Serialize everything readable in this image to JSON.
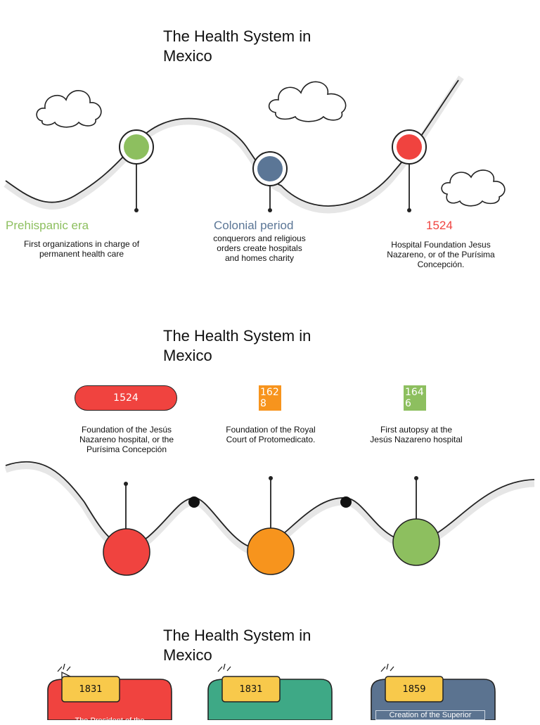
{
  "sections": [
    {
      "title": "The Health System in Mexico",
      "events": [
        {
          "label": "Prehispanic era",
          "color": "#8dbf5f",
          "description": "First organizations in charge of permanent health care"
        },
        {
          "label": "Colonial period",
          "color": "#5b7696",
          "description": "conquerors and religious orders create hospitals and homes charity"
        },
        {
          "label": "1524",
          "color": "#f0433f",
          "description": "Hospital Foundation Jesus Nazareno, or of the Purísima Concepción."
        }
      ]
    },
    {
      "title": "The Health System in Mexico",
      "events": [
        {
          "label": "1524",
          "color": "#f0433f",
          "description": "Foundation of the Jesús Nazareno hospital, or the Purísima Concepción"
        },
        {
          "label": "1628",
          "label_line1": "162",
          "label_line2": "8",
          "color": "#f7941d",
          "description": "Foundation of the Royal Court of Protomedicato."
        },
        {
          "label": "1646",
          "label_line1": "164",
          "label_line2": "6",
          "color": "#8dbf5f",
          "description": "First autopsy at the Jesús Nazareno hospital"
        }
      ]
    },
    {
      "title": "The Health System in Mexico",
      "events": [
        {
          "label": "1831",
          "color": "#f0433f",
          "caption": "The President of the"
        },
        {
          "label": "1831",
          "color": "#3ea986",
          "caption": ""
        },
        {
          "label": "1859",
          "color": "#5b7390",
          "caption": "Creation of the Superior"
        }
      ]
    }
  ],
  "colors": {
    "tab": "#f8c94b",
    "line": "#222222",
    "shadow": "#e6e6e6"
  }
}
